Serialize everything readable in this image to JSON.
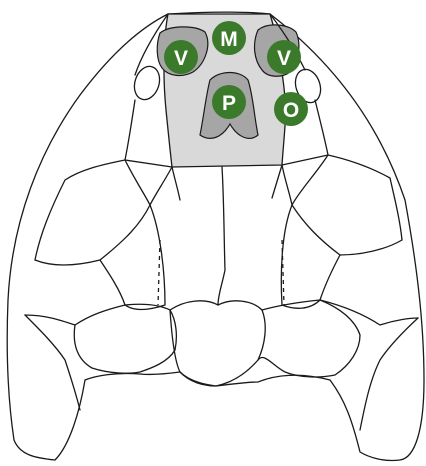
{
  "colors": {
    "highlight_region": "#d9d9d9",
    "opening_fill": "#a6a6a6",
    "label_fill": "#3a7a2a",
    "label_text": "#ffffff",
    "outline": "#1a1a1a"
  },
  "labels": {
    "m": "M",
    "v_left": "V",
    "v_right": "V",
    "p": "P",
    "o": "O"
  }
}
